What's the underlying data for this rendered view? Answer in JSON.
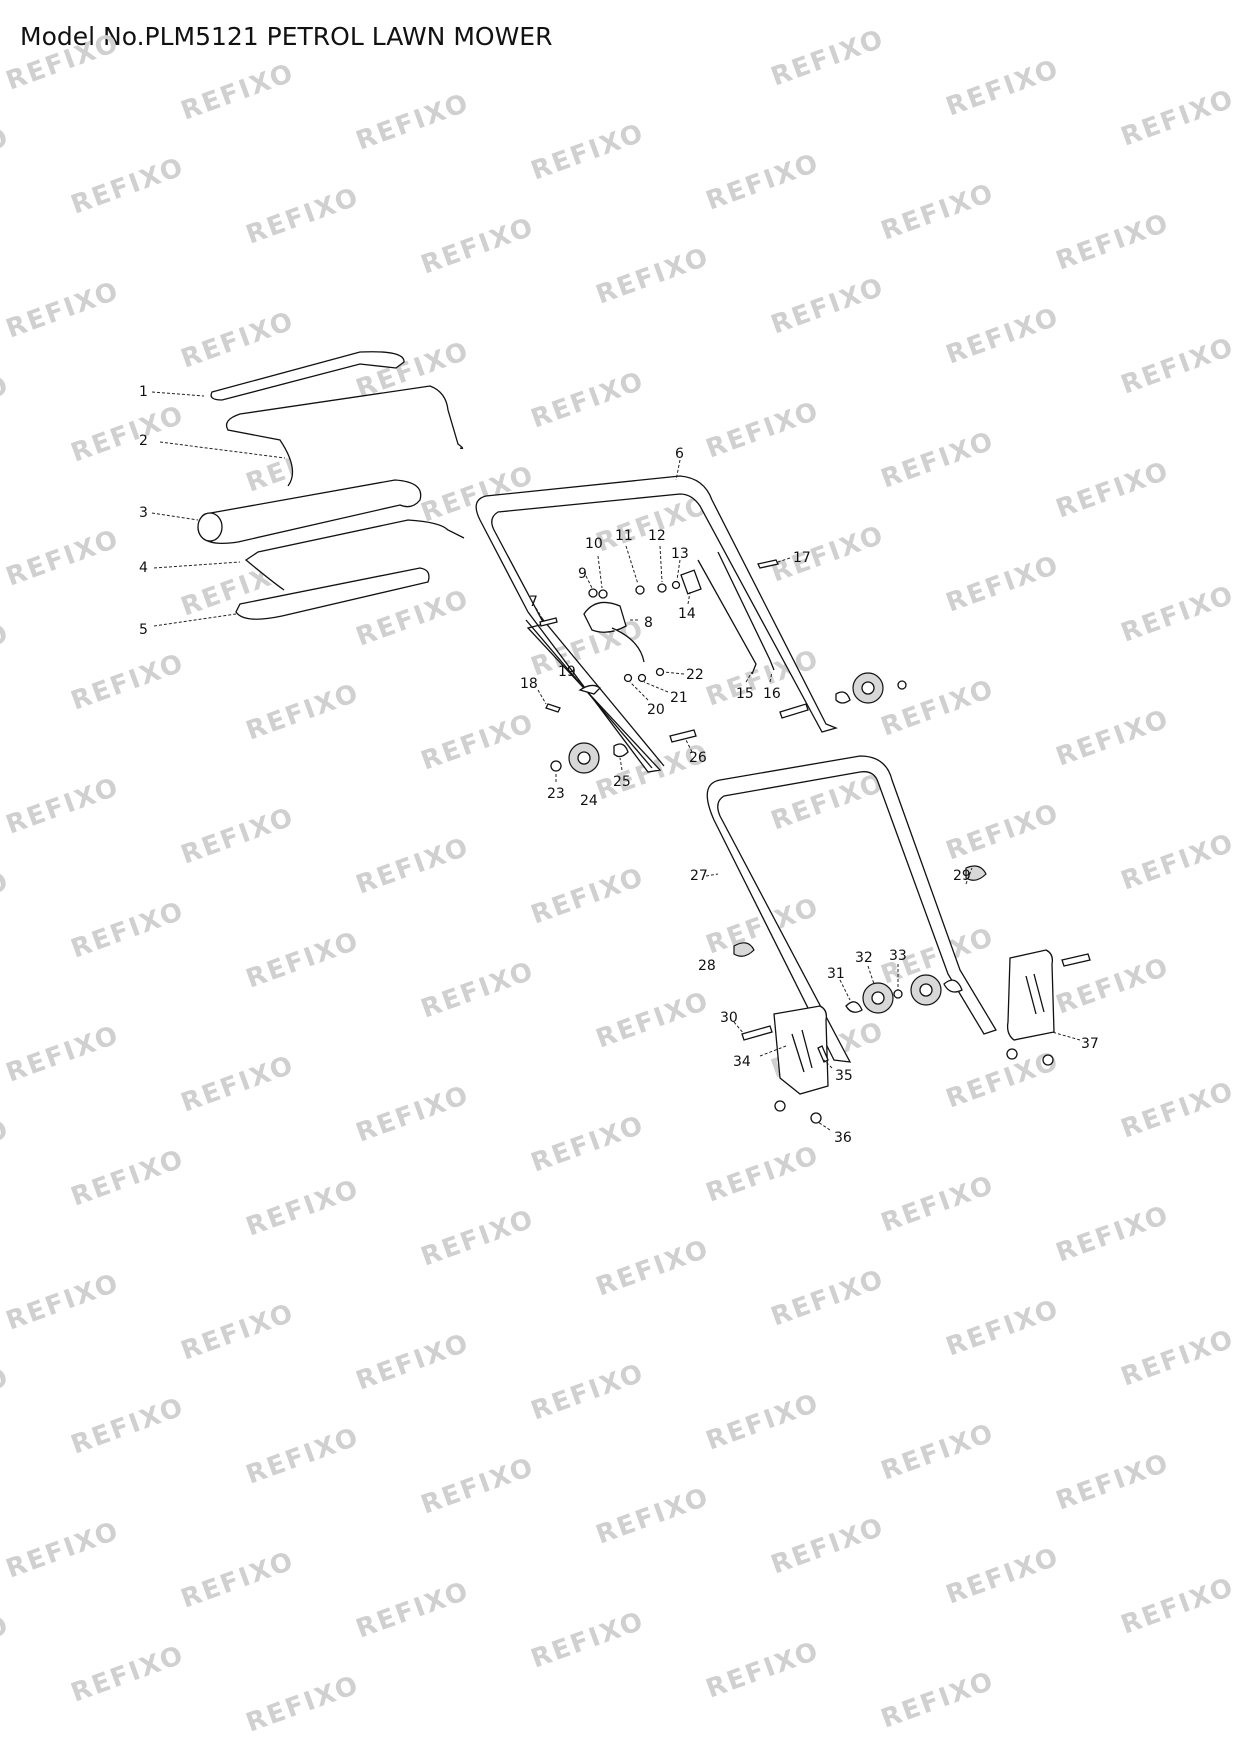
{
  "title": "Model No.PLM5121 PETROL LAWN MOWER",
  "watermark": "REFIXO",
  "callouts": [
    "1",
    "2",
    "3",
    "4",
    "5",
    "6",
    "7",
    "8",
    "9",
    "10",
    "11",
    "12",
    "13",
    "14",
    "15",
    "16",
    "17",
    "18",
    "19",
    "20",
    "21",
    "22",
    "23",
    "24",
    "25",
    "26",
    "27",
    "28",
    "29",
    "30",
    "31",
    "32",
    "33",
    "34",
    "35",
    "36",
    "37"
  ]
}
